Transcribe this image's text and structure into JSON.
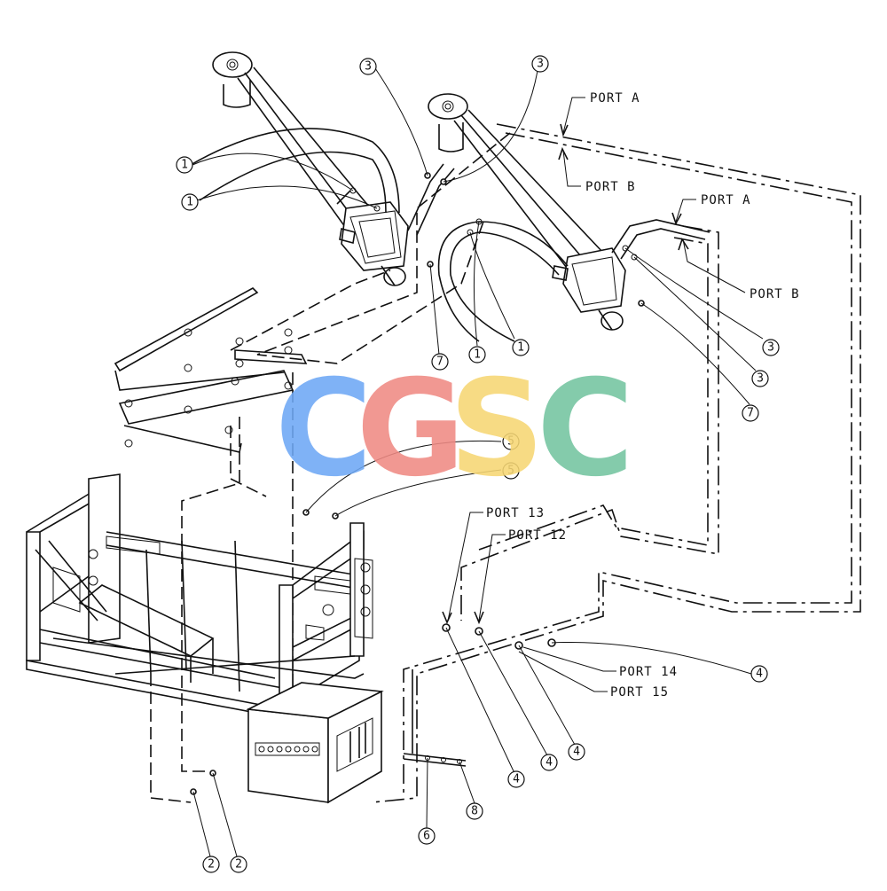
{
  "watermark": {
    "letters": [
      "C",
      "G",
      "S",
      "C"
    ],
    "colors": [
      "#6ea8f5",
      "#f08a84",
      "#f7d774",
      "#74c4a0"
    ]
  },
  "ports": {
    "port_a_upper": "PORT A",
    "port_b_upper": "PORT B",
    "port_a_right": "PORT A",
    "port_b_right": "PORT B",
    "port_13": "PORT 13",
    "port_12": "PORT 12",
    "port_14": "PORT 14",
    "port_15": "PORT 15"
  },
  "balloons": {
    "b1_top": "1",
    "b1_second": "1",
    "b1_mid_a": "1",
    "b1_mid_b": "1",
    "b2_left": "2",
    "b2_right": "2",
    "b3_top_left": "3",
    "b3_top_right": "3",
    "b3_right_a": "3",
    "b3_right_b": "3",
    "b4_right": "4",
    "b4_a": "4",
    "b4_b": "4",
    "b4_c": "4",
    "b5_a": "5",
    "b5_b": "5",
    "b6": "6",
    "b7_left": "7",
    "b7_right": "7",
    "b8": "8"
  }
}
